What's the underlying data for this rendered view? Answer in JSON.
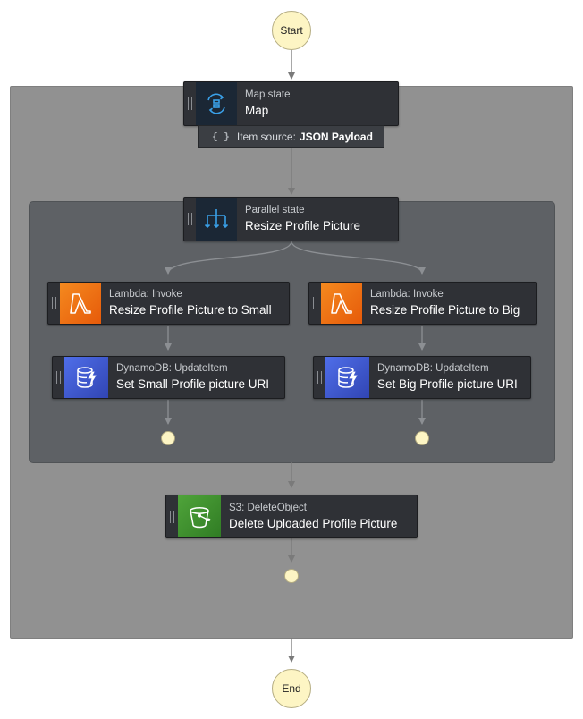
{
  "start_label": "Start",
  "end_label": "End",
  "map_state": {
    "type": "Map state",
    "name": "Map",
    "icon": "map-state-icon",
    "item_source_label": "Item source:",
    "item_source_value": "JSON Payload"
  },
  "parallel_state": {
    "type": "Parallel state",
    "name": "Resize Profile Picture",
    "icon": "parallel-state-icon"
  },
  "branches": [
    {
      "lambda": {
        "type": "Lambda: Invoke",
        "name": "Resize Profile Picture to Small",
        "icon": "lambda-icon"
      },
      "dynamo": {
        "type": "DynamoDB: UpdateItem",
        "name": "Set Small Profile picture URI",
        "icon": "dynamodb-icon"
      }
    },
    {
      "lambda": {
        "type": "Lambda: Invoke",
        "name": "Resize Profile Picture to Big",
        "icon": "lambda-icon"
      },
      "dynamo": {
        "type": "DynamoDB: UpdateItem",
        "name": "Set Big Profile picture URI",
        "icon": "dynamodb-icon"
      }
    }
  ],
  "s3_state": {
    "type": "S3: DeleteObject",
    "name": "Delete Uploaded Profile Picture",
    "icon": "s3-bucket-icon"
  },
  "colors": {
    "lambda": "#f58a1f",
    "dynamodb": "#3d56cf",
    "s3": "#3f8f2f",
    "terminal": "#fdf5c4",
    "node": "#2f3136"
  }
}
